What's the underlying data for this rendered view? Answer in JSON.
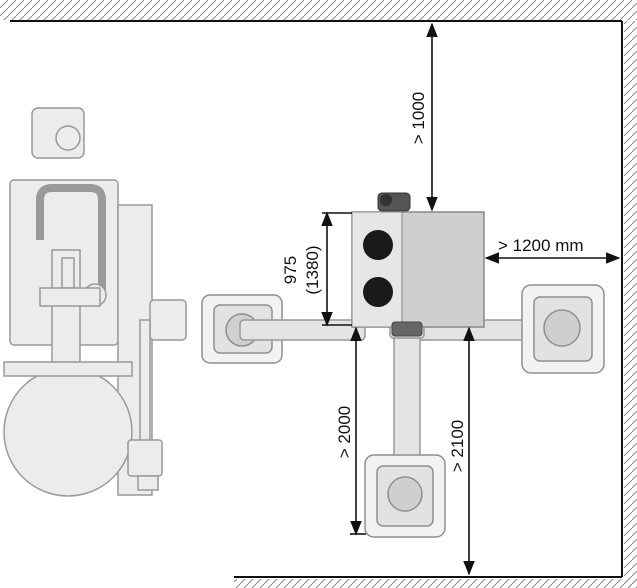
{
  "dimensions": {
    "top_clearance": "> 1000",
    "side_clearance": "> 1200 mm",
    "height_main": "975",
    "height_alt": "(1380)",
    "front_clearance_left": "> 2000",
    "front_clearance_right": "> 2100"
  },
  "colors": {
    "line": "#111111",
    "equipment_fill": "#e9e9e9",
    "equipment_stroke": "#9a9a9a",
    "unit_body": "#cfcfcf",
    "wall_hatch": "#8a8a8a"
  }
}
